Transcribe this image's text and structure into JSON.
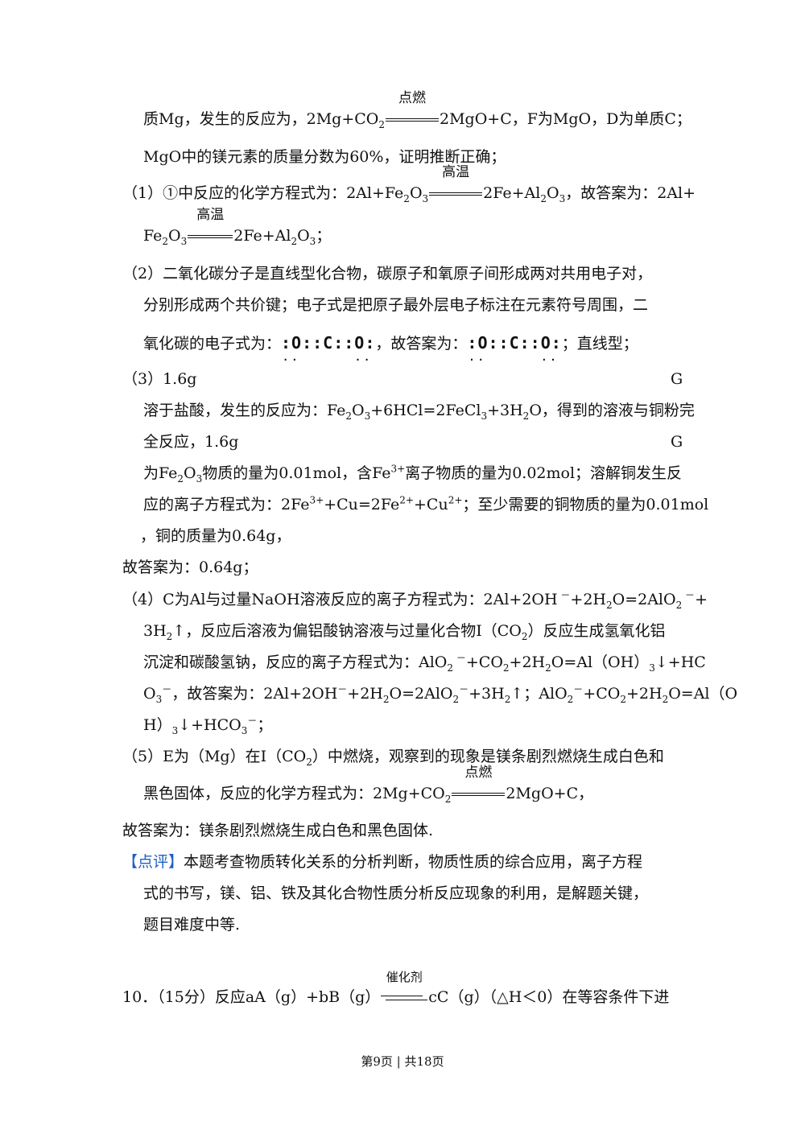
{
  "lines": {
    "l1a": "质Mg，发生的反应为，2Mg+CO",
    "l1b": "2MgO+C，F为MgO，D为单质C；",
    "cond_ignite": "点燃",
    "cond_high_temp": "高温",
    "cond_catalyst": "催化剂",
    "l2": "MgO中的镁元素的质量分数为60%，证明推断正确；",
    "l3a": "（1）①中反应的化学方程式为：2Al+Fe",
    "l3b": "2Fe+Al",
    "l3c": "，故答案为：2Al+",
    "l4a": "Fe",
    "l4b": "2Fe+Al",
    "l4c": "；",
    "l5": "（2）二氧化碳分子是直线型化合物，碳原子和氧原子间形成两对共用电子对，",
    "l6": "分别形成两个共价键；电子式是把原子最外层电子标注在元素符号周围，二",
    "l7a": "氧化碳的电子式为：",
    "lewis": ":O::C::O:",
    "l7b": "，故答案为：",
    "l7c": "；直线型；",
    "l8a": "（3）1.6g",
    "l8b": "G",
    "l9a": "溶于盐酸，发生的反应为：Fe",
    "l9b": "+6HCl=2FeCl",
    "l9c": "+3H",
    "l9d": "O，得到的溶液与铜粉完",
    "l10a": "全反应，1.6g",
    "l10b": "G",
    "l11a": "为Fe",
    "l11b": "物质的量为0.01mol，含Fe",
    "l11c": "离子物质的量为0.02mol；溶解铜发生反",
    "l12a": "应的离子方程式为：2Fe",
    "l12b": "+Cu=2Fe",
    "l12c": "+Cu",
    "l12d": "；至少需要的铜物质的量为0.01mol",
    "l13": "，铜的质量为0.64g，",
    "l14": "故答案为：0.64g；",
    "l15a": "（4）C为Al与过量NaOH溶液反应的离子方程式为：2Al+2OH",
    "l15b": "+2H",
    "l15c": "O=2AlO",
    "l15d": "+",
    "l16a": "3H",
    "l16b": "↑，反应后溶液为偏铝酸钠溶液与过量化合物I（CO",
    "l16c": "）反应生成氢氧化铝",
    "l17a": "沉淀和碳酸氢钠，反应的离子方程式为：AlO",
    "l17b": "+CO",
    "l17c": "+2H",
    "l17d": "O=Al（OH）",
    "l17e": "↓+HC",
    "l18a": "O",
    "l18b": "，故答案为：2Al+2OH",
    "l18c": "+2H",
    "l18d": "O=2AlO",
    "l18e": "+3H",
    "l18f": "↑；AlO",
    "l18g": "+CO",
    "l18h": "+2H",
    "l18i": "O=Al（O",
    "l19a": "H）",
    "l19b": "↓+HCO",
    "l19c": "；",
    "l20a": "（5）E为（Mg）在I（CO",
    "l20b": "）中燃烧，观察到的现象是镁条剧烈燃烧生成白色和",
    "l21a": "黑色固体，反应的化学方程式为：2Mg+CO",
    "l21b": "2MgO+C，",
    "l22": "故答案为：镁条剧烈燃烧生成白色和黑色固体.",
    "l23a": "【点评】",
    "l23b": "本题考查物质转化关系的分析判断，物质性质的综合应用，离子方程",
    "l24": "式的书写，镁、铝、铁及其化合物性质分析反应现象的利用，是解题关键，",
    "l25": "题目难度中等.",
    "l26a": "10．（15分）反应aA（g）+bB（g）",
    "l26b": "cC（g）（△H＜0）在等容条件下进"
  },
  "scripts": {
    "two": "2",
    "three": "3",
    "fe3": "3+",
    "fe2": "2+",
    "cu2": "2+",
    "minus": "－",
    "minus_sp": " －"
  },
  "footer": "第9页 | 共18页"
}
